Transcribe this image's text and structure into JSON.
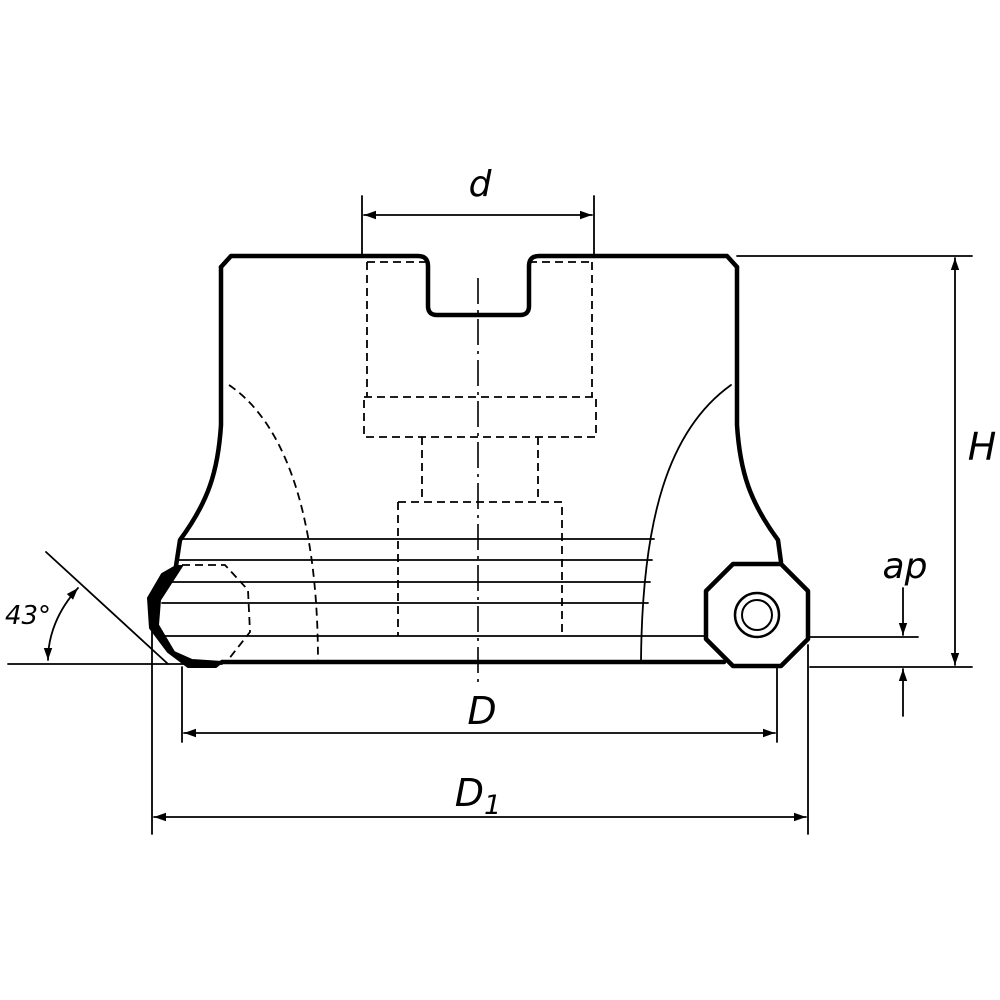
{
  "labels": {
    "bore_diameter": "d",
    "height": "H",
    "depth_of_cut": "ap",
    "cutting_diameter": "D",
    "outer_diameter_main": "D",
    "outer_diameter_sub": "1",
    "lead_angle": "43°"
  }
}
